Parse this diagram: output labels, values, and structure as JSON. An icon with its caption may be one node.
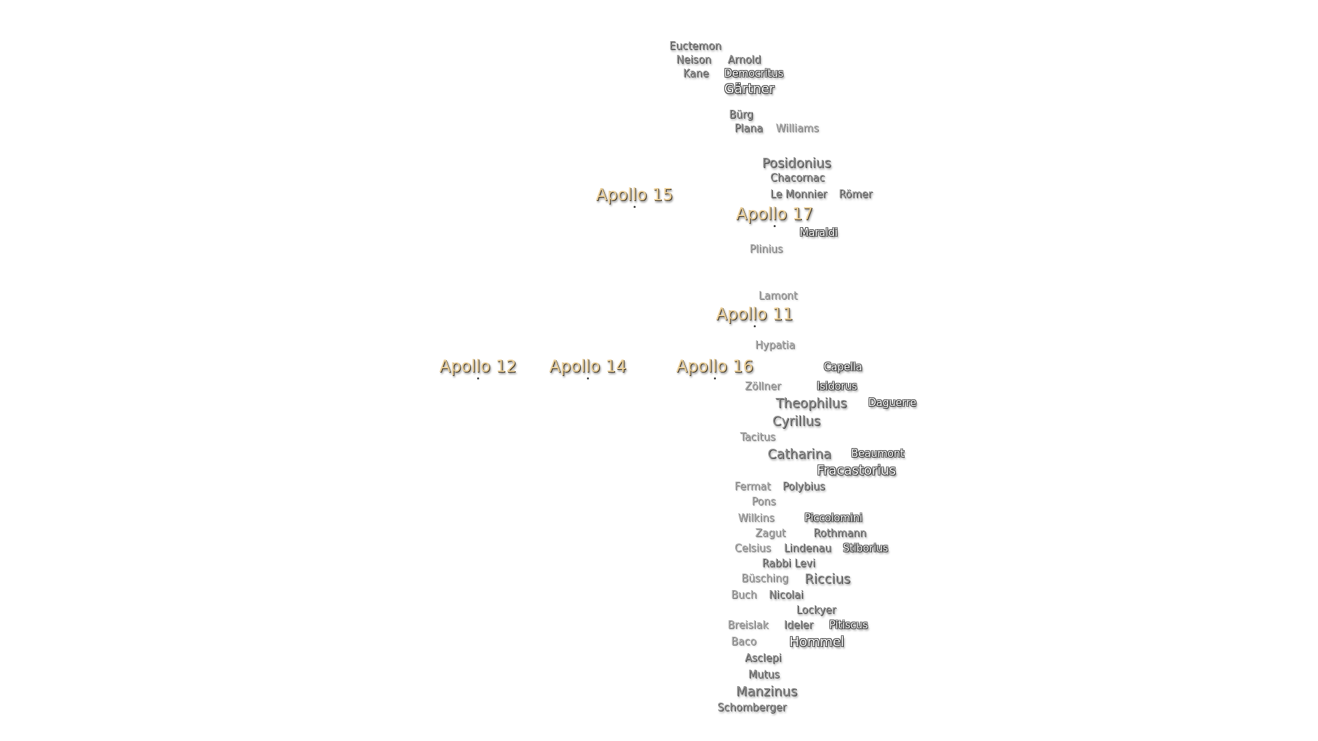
{
  "diagram": {
    "labels": [
      "Euctemon",
      "Neison",
      "Arnold",
      "Kane",
      "Democritus",
      "Gärtner",
      "Bürg",
      "Plana",
      "Williams",
      "Posidonius",
      "Chacornac",
      "Apollo 15",
      "Le Monnier",
      "Römer",
      "Apollo 17",
      "Maraldi",
      "Plinius",
      "Lamont",
      "Apollo 11",
      "Hypatia",
      "Apollo 12",
      "Apollo 14",
      "Apollo 16",
      "Capella",
      "Zöllner",
      "Isidorus",
      "Theophilus",
      "Daguerre",
      "Cyrillus",
      "Tacitus",
      "Catharina",
      "Beaumont",
      "Fracastorius",
      "Fermat",
      "Polybius",
      "Pons",
      "Wilkins",
      "Piccolomini",
      "Zagut",
      "Rothmann",
      "Celsius",
      "Lindenau",
      "Stiborius",
      "Rabbi Levi",
      "Büsching",
      "Riccius",
      "Buch",
      "Nicolai",
      "Lockyer",
      "Breislak",
      "Ideler",
      "Pitiscus",
      "Baco",
      "Hommel",
      "Asclepi",
      "Mutus",
      "Manzinus",
      "Schomberger"
    ]
  }
}
